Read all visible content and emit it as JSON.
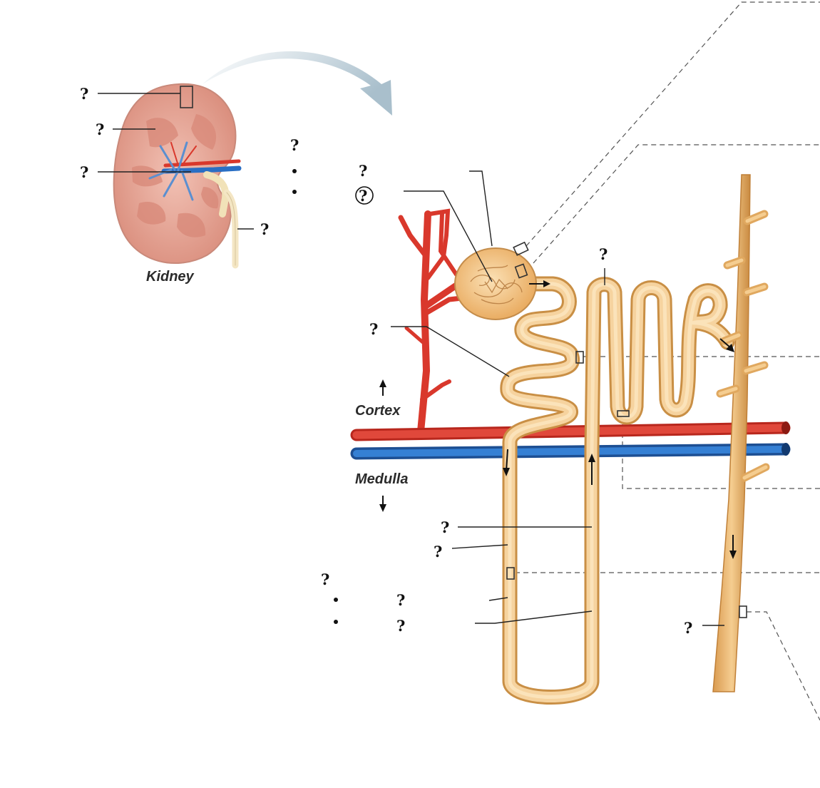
{
  "labels": {
    "kidney_caption": "Kidney",
    "cortex": "Cortex",
    "medulla": "Medulla",
    "unknown_marker": "?"
  },
  "colors": {
    "tubule_fill": "#f2c88a",
    "tubule_stroke": "#c98f45",
    "artery": "#d9382c",
    "vein": "#2a6fc4",
    "kidney_tissue": "#e7a797",
    "arrow_gradient_start": "#ffffff",
    "arrow_gradient_end": "#a9bfcc"
  }
}
